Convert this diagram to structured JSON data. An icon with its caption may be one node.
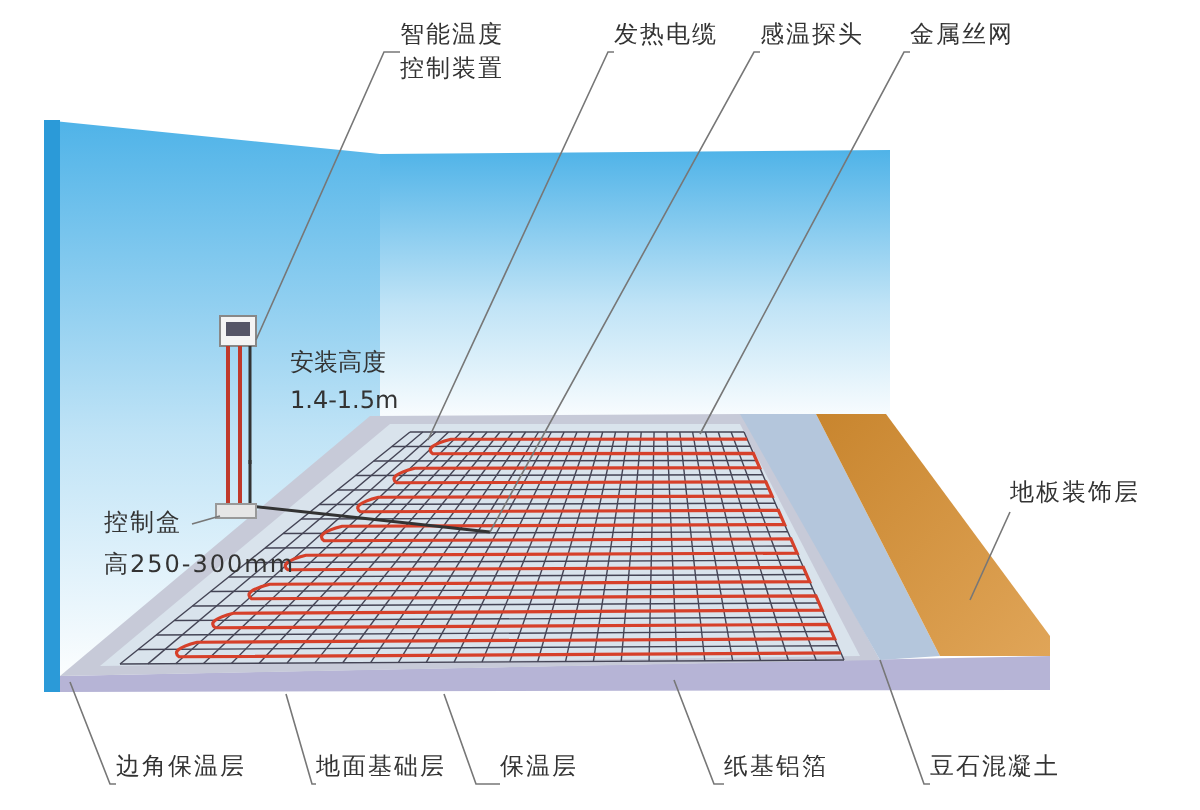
{
  "diagram": {
    "nodes": [
      {
        "text": [
          "智能温度控制装置"
        ]
      },
      {
        "text": [
          "发热电缆"
        ]
      },
      {
        "text": [
          "感温探头"
        ]
      },
      {
        "text": [
          "金属丝网"
        ]
      },
      {
        "text": [
          "地板装饰层"
        ]
      },
      {
        "text": [
          "控制盒",
          "高250-300mm"
        ]
      },
      {
        "text": [
          "边角保温层"
        ]
      },
      {
        "text": [
          "地面基础层"
        ]
      },
      {
        "text": [
          "保温层"
        ]
      },
      {
        "text": [
          "纸基铝箔"
        ]
      },
      {
        "text": [
          "豆石混凝土"
        ]
      }
    ],
    "edges": [
      {
        "from": 0,
        "to": null,
        "arrow": "none"
      },
      {
        "from": 1,
        "to": null,
        "arrow": "none"
      },
      {
        "from": 2,
        "to": null,
        "arrow": "none"
      },
      {
        "from": 3,
        "to": null,
        "arrow": "none"
      },
      {
        "from": 4,
        "to": null,
        "arrow": "none"
      },
      {
        "from": 5,
        "to": null,
        "arrow": "none"
      },
      {
        "from": 6,
        "to": null,
        "arrow": "none"
      },
      {
        "from": 7,
        "to": null,
        "arrow": "none"
      },
      {
        "from": 8,
        "to": null,
        "arrow": "none"
      },
      {
        "from": 9,
        "to": null,
        "arrow": "none"
      },
      {
        "from": 10,
        "to": null,
        "arrow": "none"
      }
    ],
    "labels": [
      "安装高度",
      "1.4-1.5m"
    ]
  }
}
